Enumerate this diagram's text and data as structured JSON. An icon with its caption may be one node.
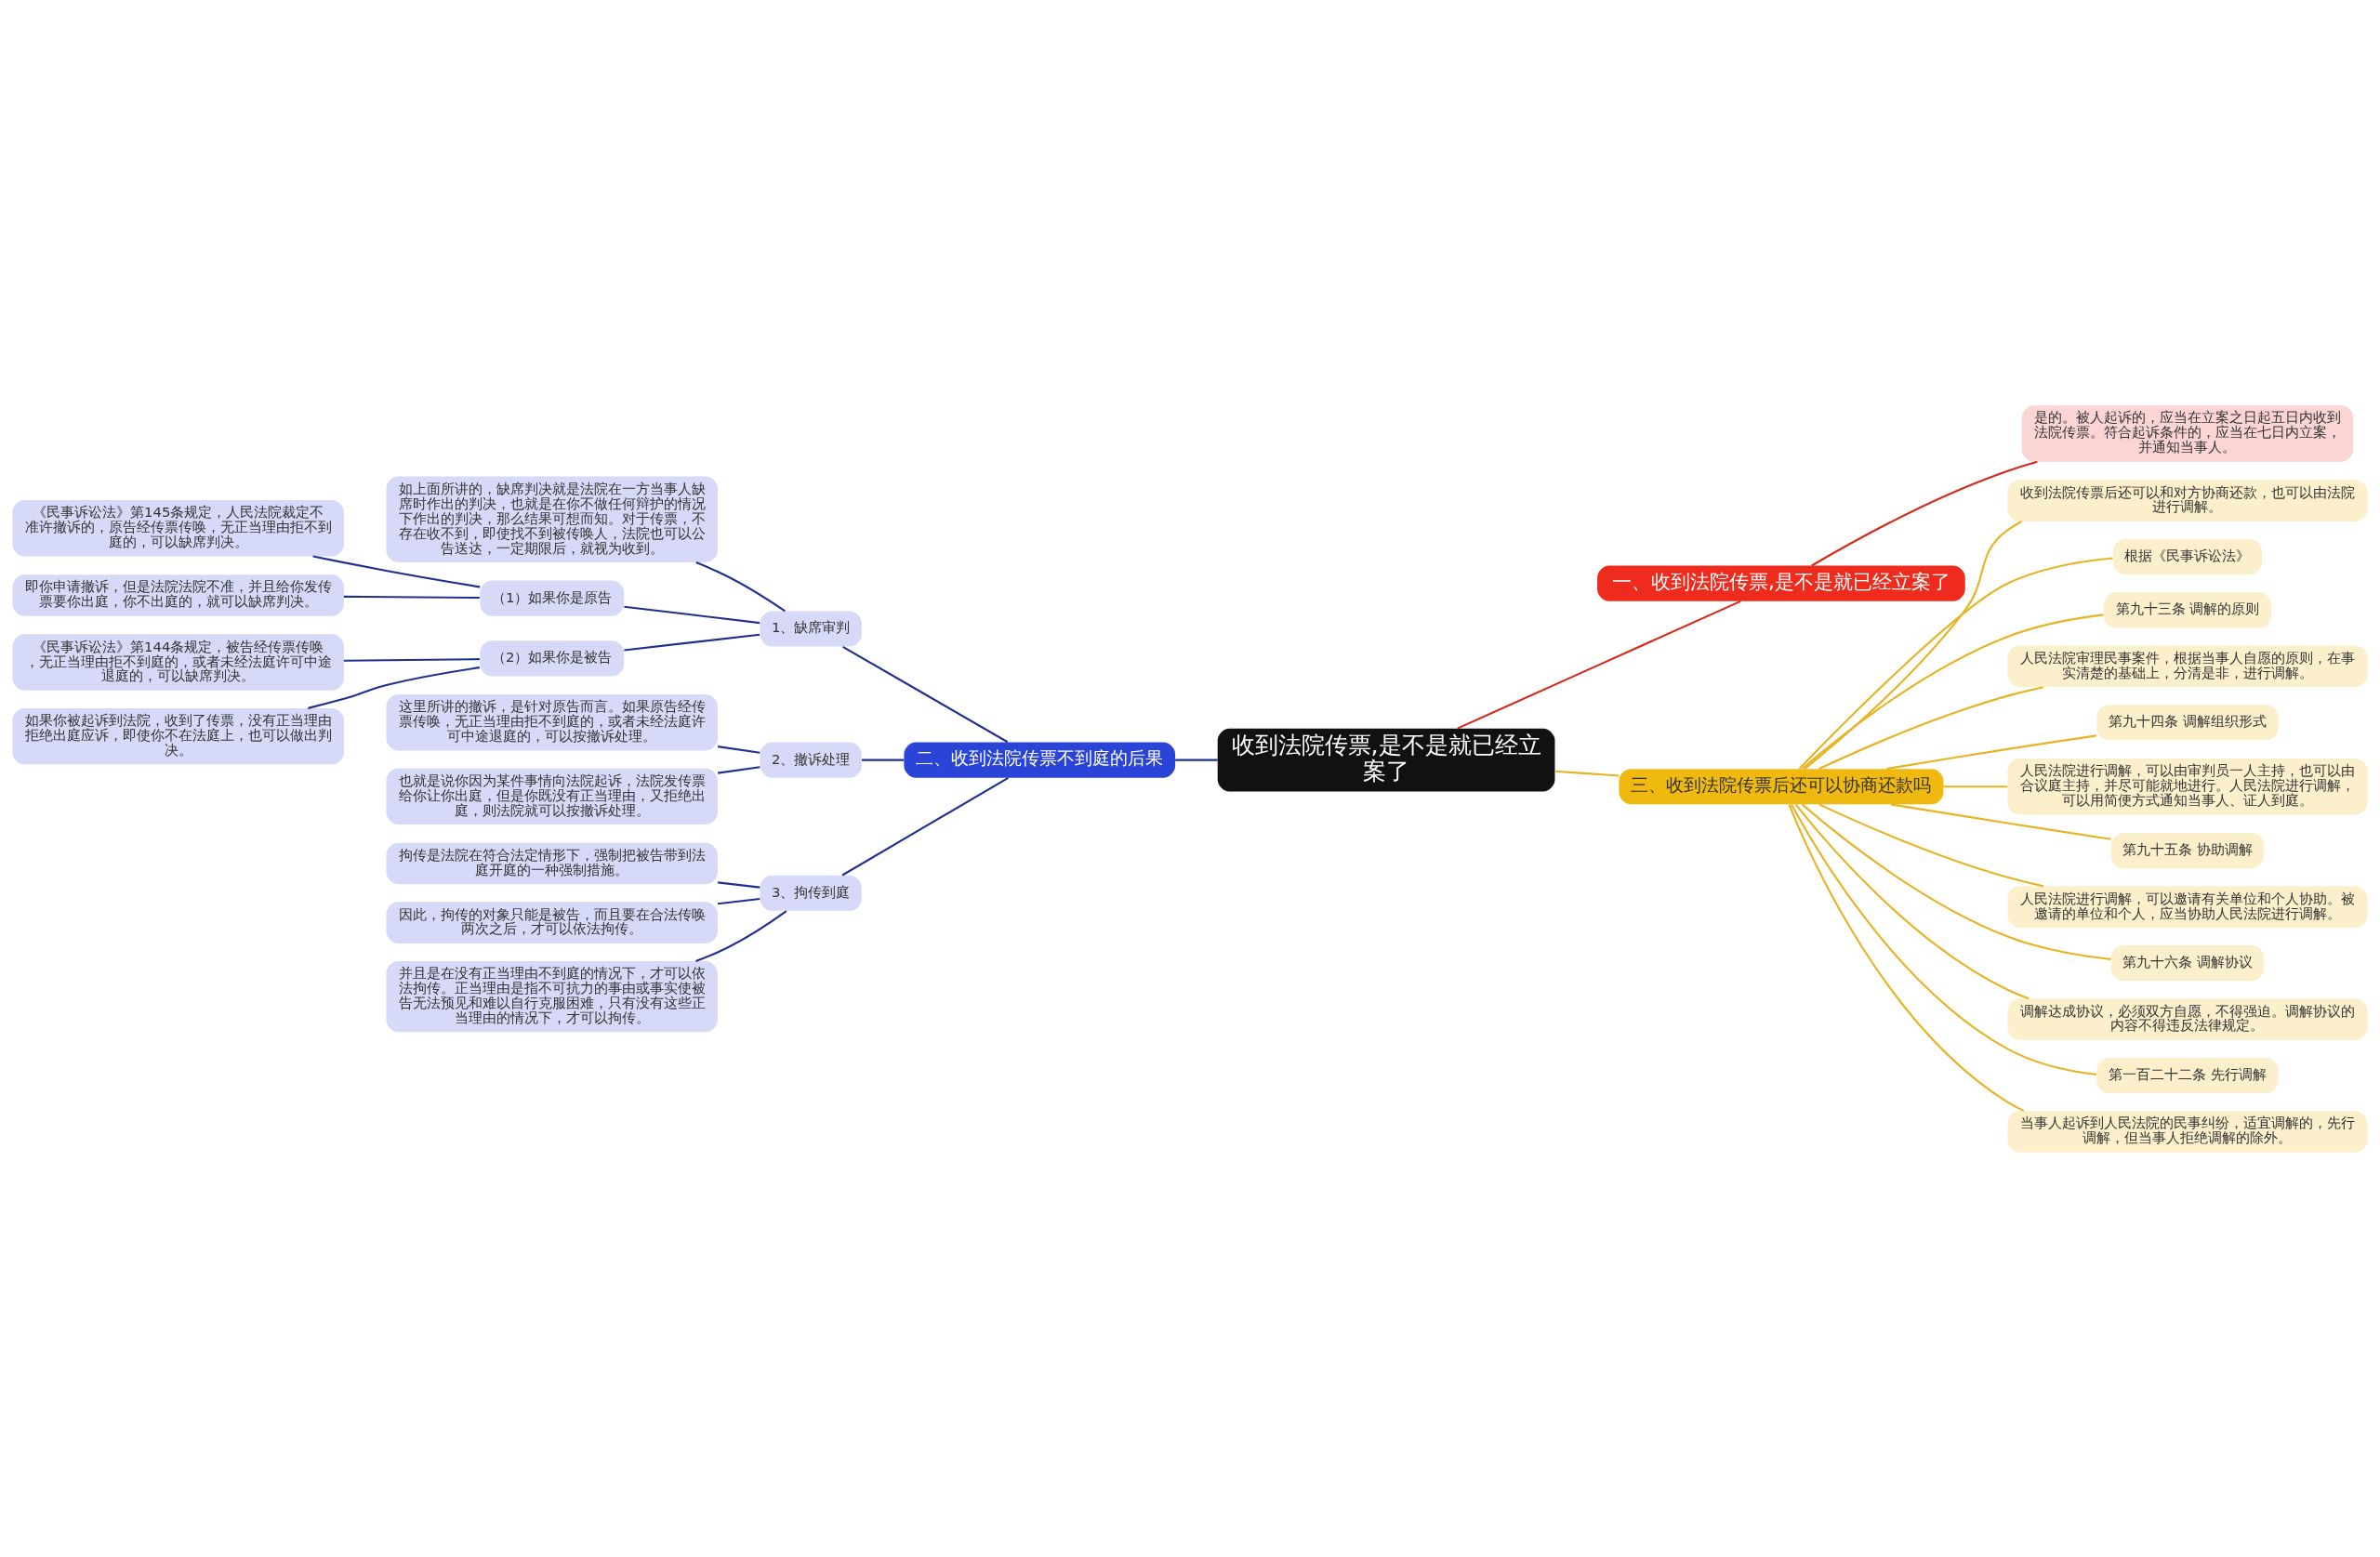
{
  "diagram": {
    "nodes": [
      {
        "text": [
          "收到法院传票,是不是就已经立案了"
        ]
      },
      {
        "text": [
          "一、收到法院传票,是不是就已经立案了"
        ]
      },
      {
        "text": [
          "是的。被人起诉的，应当在立案之日起五日内收到法院传票。符合起诉条件的，应当在七日内立案，并通知当事人。"
        ]
      },
      {
        "text": [
          "二、收到法院传票不到庭的后果"
        ]
      },
      {
        "text": [
          "1、缺席审判"
        ]
      },
      {
        "text": [
          "如上面所讲的，缺席判决就是法院在一方当事人缺席时作出的判决，也就是在你不做任何辩护的情况下作出的判决，那么结果可想而知。对于传票，不存在收不到，即使找不到被传唤人，法院也可以公告送达，一定期限后，就视为收到。"
        ]
      },
      {
        "text": [
          "（1）如果你是原告"
        ]
      },
      {
        "text": [
          "《民事诉讼法》第145条规定，人民法院裁定不准许撤诉的，原告经传票传唤，无正当理由拒不到庭的，可以缺席判决。"
        ]
      },
      {
        "text": [
          "即你申请撤诉，但是法院法院不准，并且给你发传票要你出庭，你不出庭的，就可以缺席判决。"
        ]
      },
      {
        "text": [
          "（2）如果你是被告"
        ]
      },
      {
        "text": [
          "《民事诉讼法》第144条规定，被告经传票传唤，无正当理由拒不到庭的，或者未经法庭许可中途退庭的，可以缺席判决。"
        ]
      },
      {
        "text": [
          "如果你被起诉到法院，收到了传票，没有正当理由拒绝出庭应诉，即使你不在法庭上，也可以做出判决。"
        ]
      },
      {
        "text": [
          "2、撤诉处理"
        ]
      },
      {
        "text": [
          "这里所讲的撤诉，是针对原告而言。如果原告经传票传唤，无正当理由拒不到庭的，或者未经法庭许可中途退庭的，可以按撤诉处理。"
        ]
      },
      {
        "text": [
          "也就是说你因为某件事情向法院起诉，法院发传票给你让你出庭，但是你既没有正当理由，又拒绝出庭，则法院就可以按撤诉处理。"
        ]
      },
      {
        "text": [
          "3、拘传到庭"
        ]
      },
      {
        "text": [
          "拘传是法院在符合法定情形下，强制把被告带到法庭开庭的一种强制措施。"
        ]
      },
      {
        "text": [
          "因此，拘传的对象只能是被告，而且要在合法传唤两次之后，才可以依法拘传。"
        ]
      },
      {
        "text": [
          "并且是在没有正当理由不到庭的情况下，才可以依法拘传。正当理由是指不可抗力的事由或事实使被告无法预见和难以自行克服困难，只有没有这些正当理由的情况下，才可以拘传。"
        ]
      },
      {
        "text": [
          "三、收到法院传票后还可以协商还款吗"
        ]
      },
      {
        "text": [
          "收到法院传票后还可以和对方协商还款，也可以由法院进行调解。"
        ]
      },
      {
        "text": [
          "根据《民事诉讼法》"
        ]
      },
      {
        "text": [
          "第九十三条 调解的原则"
        ]
      },
      {
        "text": [
          "人民法院审理民事案件，根据当事人自愿的原则，在事实清楚的基础上，分清是非，进行调解。"
        ]
      },
      {
        "text": [
          "第九十四条 调解组织形式"
        ]
      },
      {
        "text": [
          "人民法院进行调解，可以由审判员一人主持，也可以由合议庭主持，并尽可能就地进行。人民法院进行调解，可以用简便方式通知当事人、证人到庭。"
        ]
      },
      {
        "text": [
          "第九十五条 协助调解"
        ]
      },
      {
        "text": [
          "人民法院进行调解，可以邀请有关单位和个人协助。被邀请的单位和个人，应当协助人民法院进行调解。"
        ]
      },
      {
        "text": [
          "第九十六条 调解协议"
        ]
      },
      {
        "text": [
          "调解达成协议，必须双方自愿，不得强迫。调解协议的内容不得违反法律规定。"
        ]
      },
      {
        "text": [
          "第一百二十二条 先行调解"
        ]
      },
      {
        "text": [
          "当事人起诉到人民法院的民事纠纷，适宜调解的，先行调解，但当事人拒绝调解的除外。"
        ]
      }
    ],
    "edges": [
      {
        "from": 0,
        "to": 1,
        "arrow": "none",
        "color": "#d62718"
      },
      {
        "from": 1,
        "to": 2,
        "arrow": "none",
        "color": "#d62718"
      },
      {
        "from": 0,
        "to": 3,
        "arrow": "none"
      },
      {
        "from": 3,
        "to": 4,
        "arrow": "none"
      },
      {
        "from": 4,
        "to": 5,
        "arrow": "none"
      },
      {
        "from": 4,
        "to": 6,
        "arrow": "none"
      },
      {
        "from": 6,
        "to": 7,
        "arrow": "none"
      },
      {
        "from": 6,
        "to": 8,
        "arrow": "none"
      },
      {
        "from": 4,
        "to": 9,
        "arrow": "none"
      },
      {
        "from": 9,
        "to": 10,
        "arrow": "none"
      },
      {
        "from": 9,
        "to": 11,
        "arrow": "none"
      },
      {
        "from": 3,
        "to": 12,
        "arrow": "none"
      },
      {
        "from": 12,
        "to": 13,
        "arrow": "none"
      },
      {
        "from": 12,
        "to": 14,
        "arrow": "none"
      },
      {
        "from": 3,
        "to": 15,
        "arrow": "none"
      },
      {
        "from": 15,
        "to": 16,
        "arrow": "none"
      },
      {
        "from": 15,
        "to": 17,
        "arrow": "none"
      },
      {
        "from": 15,
        "to": 18,
        "arrow": "none"
      },
      {
        "from": 0,
        "to": 19,
        "arrow": "none",
        "color": "#e6b422"
      },
      {
        "from": 19,
        "to": 20,
        "arrow": "none",
        "color": "#e6b422"
      },
      {
        "from": 19,
        "to": 21,
        "arrow": "none",
        "color": "#e6b422"
      },
      {
        "from": 19,
        "to": 22,
        "arrow": "none",
        "color": "#e6b422"
      },
      {
        "from": 19,
        "to": 23,
        "arrow": "none",
        "color": "#e6b422"
      },
      {
        "from": 19,
        "to": 24,
        "arrow": "none",
        "color": "#e6b422"
      },
      {
        "from": 19,
        "to": 25,
        "arrow": "none",
        "color": "#e6b422"
      },
      {
        "from": 19,
        "to": 26,
        "arrow": "none",
        "color": "#e6b422"
      },
      {
        "from": 19,
        "to": 27,
        "arrow": "none",
        "color": "#e6b422"
      },
      {
        "from": 19,
        "to": 28,
        "arrow": "none",
        "color": "#e6b422"
      },
      {
        "from": 19,
        "to": 29,
        "arrow": "none",
        "color": "#e6b422"
      },
      {
        "from": 19,
        "to": 30,
        "arrow": "none",
        "color": "#e6b422"
      },
      {
        "from": 19,
        "to": 31,
        "arrow": "none",
        "color": "#e6b422"
      }
    ]
  }
}
